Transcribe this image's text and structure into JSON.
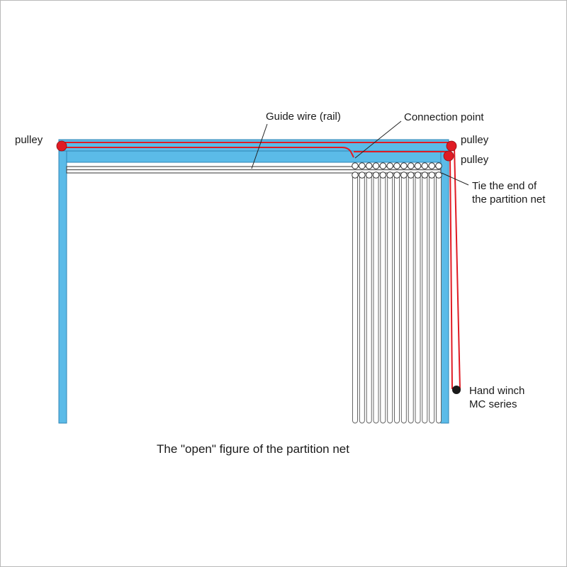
{
  "labels": {
    "pulley_left": "pulley",
    "pulley_right_top": "pulley",
    "pulley_right_lower": "pulley",
    "guide_wire": "Guide wire (rail)",
    "connection_point": "Connection point",
    "tie_end_line1": "Tie the end of",
    "tie_end_line2": "the partition net",
    "winch_line1": "Hand winch",
    "winch_line2": "MC series"
  },
  "caption": "The \"open\" figure of the partition net",
  "colors": {
    "frame_fill": "#5bbbe8",
    "frame_stroke": "#2f86b6",
    "rope": "#e01b24",
    "pulley": "#e01b24",
    "winch": "#1a1a1a",
    "guide_wire": "#333333"
  },
  "net": {
    "ring_count": 13
  }
}
